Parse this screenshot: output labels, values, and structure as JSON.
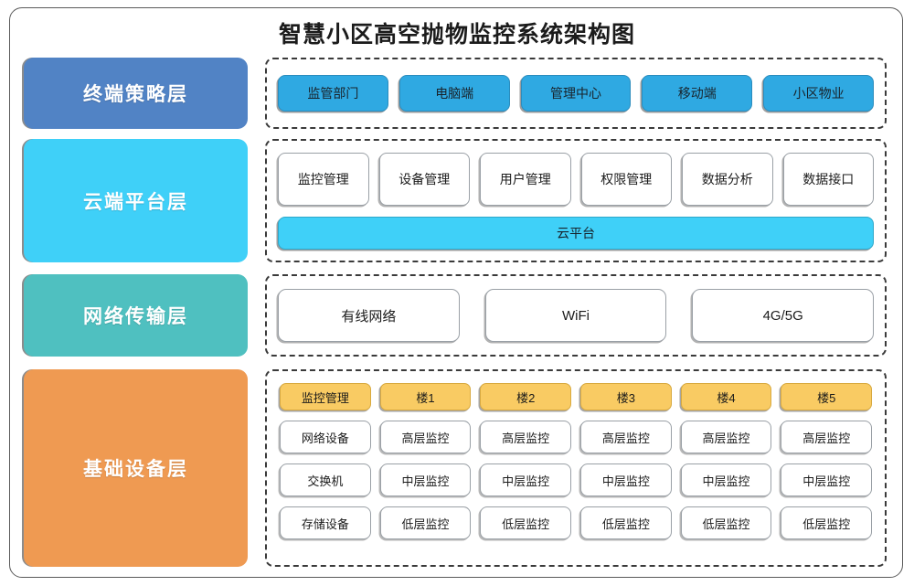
{
  "title": "智慧小区高空抛物监控系统架构图",
  "colors": {
    "terminal_layer": "#5183C5",
    "cloud_layer": "#3FD0F8",
    "network_layer": "#4FC0C0",
    "infra_layer": "#EF9A52",
    "terminal_chip": "#2FA9E2",
    "cloud_bar": "#3FD0F8",
    "building_header": "#F9CB63",
    "frame_border": "#5a5a5a",
    "dashed_border": "#3a3a3a"
  },
  "layers": [
    {
      "id": "terminal",
      "label": "终端策略层",
      "items": [
        "监管部门",
        "电脑端",
        "管理中心",
        "移动端",
        "小区物业"
      ]
    },
    {
      "id": "cloud",
      "label": "云端平台层",
      "items": [
        "监控管理",
        "设备管理",
        "用户管理",
        "权限管理",
        "数据分析",
        "数据接口"
      ],
      "platform_bar": "云平台"
    },
    {
      "id": "network",
      "label": "网络传输层",
      "items": [
        "有线网络",
        "WiFi",
        "4G/5G"
      ]
    },
    {
      "id": "infra",
      "label": "基础设备层",
      "columns": [
        {
          "header": "监控管理",
          "header_style": "yellow",
          "items": [
            "网络设备",
            "交换机",
            "存储设备"
          ]
        },
        {
          "header": "楼1",
          "header_style": "yellow",
          "items": [
            "高层监控",
            "中层监控",
            "低层监控"
          ]
        },
        {
          "header": "楼2",
          "header_style": "yellow",
          "items": [
            "高层监控",
            "中层监控",
            "低层监控"
          ]
        },
        {
          "header": "楼3",
          "header_style": "yellow",
          "items": [
            "高层监控",
            "中层监控",
            "低层监控"
          ]
        },
        {
          "header": "楼4",
          "header_style": "yellow",
          "items": [
            "高层监控",
            "中层监控",
            "低层监控"
          ]
        },
        {
          "header": "楼5",
          "header_style": "yellow",
          "items": [
            "高层监控",
            "中层监控",
            "低层监控"
          ]
        }
      ]
    }
  ]
}
